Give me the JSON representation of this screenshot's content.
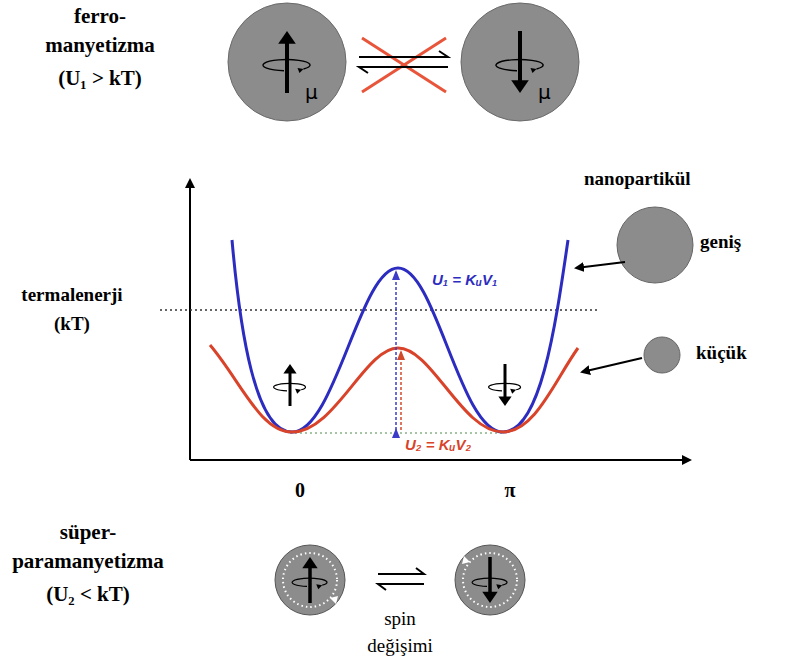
{
  "diagram": {
    "nodes": [
      {
        "text": [
          "μ"
        ]
      },
      {
        "text": [
          "μ"
        ]
      }
    ],
    "edges": [
      {
        "from": 0,
        "to": 1,
        "arrow": "both"
      }
    ],
    "labels": [
      "ferro- manyetizma",
      "(U₁ > kT)",
      "termalenerji (kT)",
      "U₁ = KᵤV₁",
      "U₂ = KᵤV₂",
      "0",
      "π",
      "nanopartikül",
      "geniş",
      "küçük",
      "süper- paramanyetizma",
      "(U₂ < kT)",
      "spin değişimi"
    ]
  }
}
